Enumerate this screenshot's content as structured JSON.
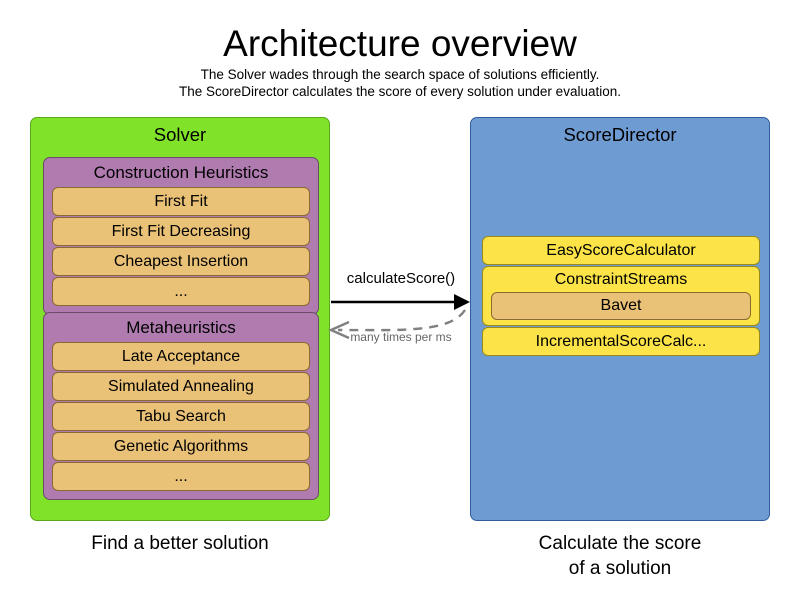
{
  "header": {
    "title": "Architecture overview",
    "subtitle_line1": "The Solver wades through the search space of solutions efficiently.",
    "subtitle_line2": "The ScoreDirector calculates the score of every solution under evaluation."
  },
  "colors": {
    "solver_panel": "#80e32a",
    "solver_panel_border": "#5aa81c",
    "group_purple": "#b07cb0",
    "group_purple_border": "#6b4a6b",
    "box_orange": "#e9c177",
    "box_orange_border": "#8a6a31",
    "scoredirector_panel": "#6f9bd3",
    "scoredirector_panel_border": "#2e5d9e",
    "box_yellow": "#fbe348",
    "box_yellow_border": "#9a8a18",
    "arrow_call": "#000000",
    "arrow_return": "#808080",
    "background": "#ffffff"
  },
  "solver": {
    "title": "Solver",
    "caption": "Find a better solution",
    "groups": [
      {
        "title": "Construction Heuristics",
        "items": [
          "First Fit",
          "First Fit Decreasing",
          "Cheapest Insertion",
          "..."
        ]
      },
      {
        "title": "Metaheuristics",
        "items": [
          "Late Acceptance",
          "Simulated Annealing",
          "Tabu Search",
          "Genetic Algorithms",
          "..."
        ]
      }
    ]
  },
  "score_director": {
    "title": "ScoreDirector",
    "caption_line1": "Calculate the score",
    "caption_line2": "of a solution",
    "items": [
      {
        "label": "EasyScoreCalculator",
        "nested": null
      },
      {
        "label": "ConstraintStreams",
        "nested": "Bavet"
      },
      {
        "label": "IncrementalScoreCalc...",
        "nested": null
      }
    ]
  },
  "arrows": {
    "call_label": "calculateScore()",
    "return_label": "many times per ms"
  }
}
